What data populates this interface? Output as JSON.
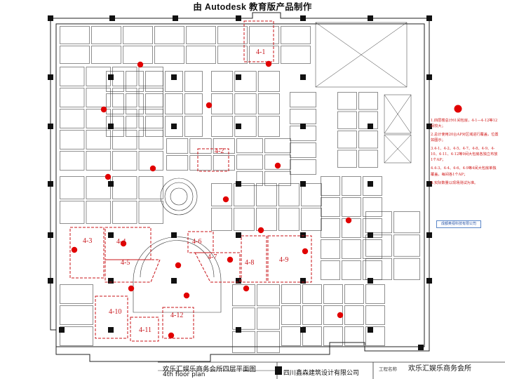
{
  "watermark": "由 Autodesk 教育版产品制作",
  "plan": {
    "room_labels": [
      "4-1",
      "4-2",
      "4-3",
      "4-4",
      "4-5",
      "4-6",
      "4-7",
      "4-8",
      "4-9",
      "4-10",
      "4-11",
      "4-12"
    ],
    "marker_color": "#e10000",
    "highlight_color": "#c8141a"
  },
  "notes": {
    "lines": [
      "1.四层楼总计61间包房，4-1—4-12等12间较大；",
      "2.总计使用20台AP对区域进行覆盖，位置如图示；",
      "3.4-1、4-2、4-5、4-7、4-8、4-9、4-10、4-11、4-12等9间大包房各独立布放1个AP；",
      "4.4-3、4-4、4-6、4-9等4间大包房单独覆盖，每间各1个AP；",
      "5.实际数量以现场测试为准。"
    ],
    "company_stamp": "成都奥视科技有限公司"
  },
  "title_block": {
    "drawing_title": "欢乐汇娱乐商务会所四层平面图",
    "drawing_subtitle": "4th floor plan",
    "company": "四川鑫森建筑设计有限公司",
    "project_label": "工程名称",
    "project_name": "欢乐汇娱乐商务会所"
  }
}
